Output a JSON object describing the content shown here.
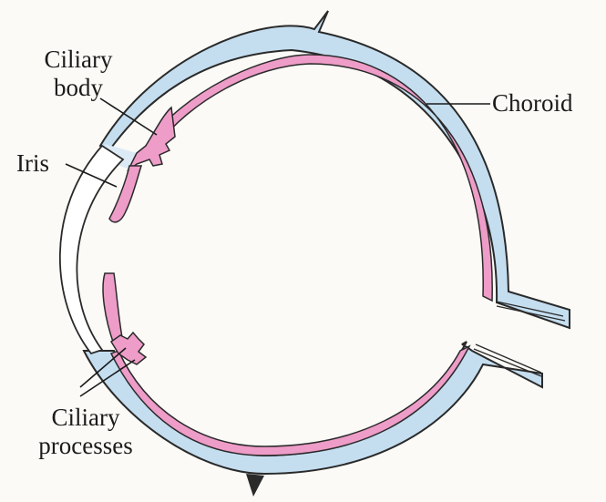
{
  "labels": {
    "ciliary_body": [
      "Ciliary",
      "body"
    ],
    "choroid": "Choroid",
    "iris": "Iris",
    "ciliary_processes": [
      "Ciliary",
      "processes"
    ]
  },
  "colors": {
    "sclera": "#c4def0",
    "choroid": "#ee9cc8",
    "outline": "#2a2a2a",
    "background": "#fbfaf6"
  }
}
